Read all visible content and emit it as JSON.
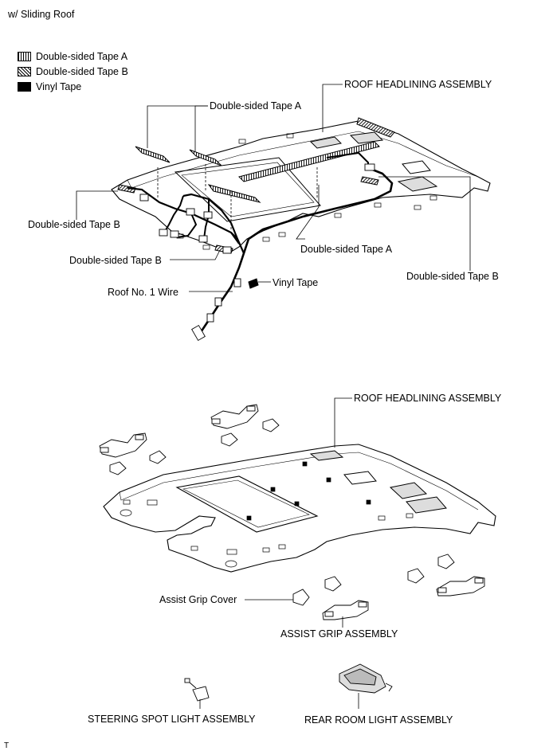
{
  "header": {
    "condition": "w/ Sliding Roof"
  },
  "legend": [
    {
      "label": "Double-sided Tape A",
      "pattern": "vertical-hatch"
    },
    {
      "label": "Double-sided Tape B",
      "pattern": "diagonal-hatch"
    },
    {
      "label": "Vinyl Tape",
      "pattern": "solid-black"
    }
  ],
  "upper_diagram": {
    "labels": {
      "roof_headlining": "ROOF HEADLINING ASSEMBLY",
      "tape_a_top": "Double-sided Tape A",
      "tape_b_left": "Double-sided Tape B",
      "tape_b_lower": "Double-sided Tape B",
      "tape_a_lower": "Double-sided Tape A",
      "tape_b_right": "Double-sided Tape B",
      "roof_wire": "Roof No. 1 Wire",
      "vinyl_tape": "Vinyl Tape"
    }
  },
  "lower_diagram": {
    "labels": {
      "roof_headlining": "ROOF HEADLINING ASSEMBLY",
      "assist_grip_cover": "Assist Grip Cover",
      "assist_grip_assembly": "ASSIST GRIP ASSEMBLY",
      "steering_spot_light": "STEERING SPOT LIGHT ASSEMBLY",
      "rear_room_light": "REAR ROOM LIGHT ASSEMBLY"
    }
  },
  "footer": {
    "mark": "T"
  },
  "colors": {
    "line": "#000000",
    "background": "#ffffff",
    "shade": "#dddddd"
  }
}
